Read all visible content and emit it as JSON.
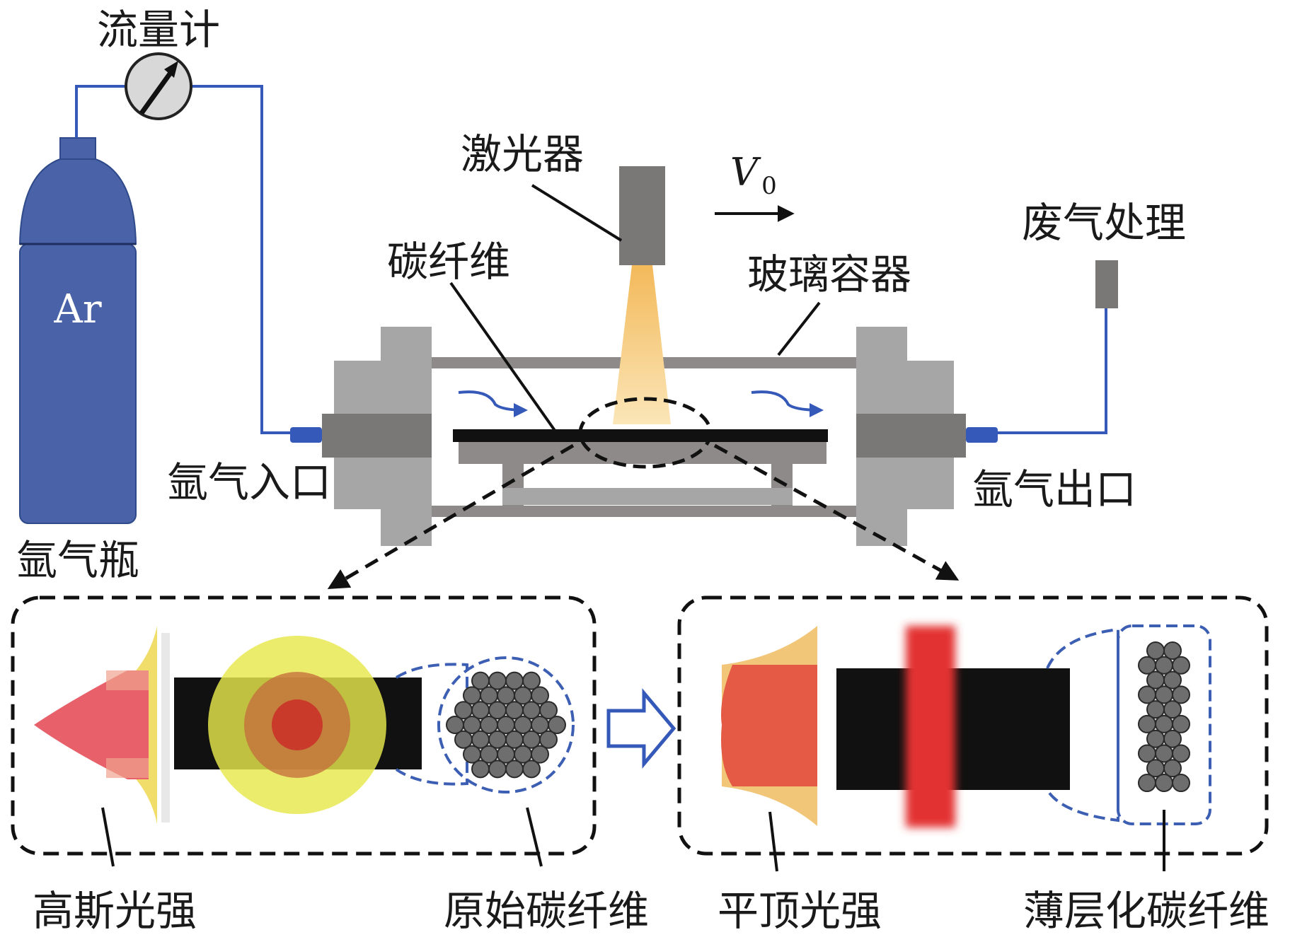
{
  "labels": {
    "flowmeter": "流量计",
    "cylinder_gas": "Ar",
    "cylinder": "氩气瓶",
    "laser": "激光器",
    "velocity": "V",
    "velocity_sub": "0",
    "exhaust": "废气处理",
    "carbon_fiber": "碳纤维",
    "glass_container": "玻璃容器",
    "argon_inlet": "氩气入口",
    "argon_outlet": "氩气出口",
    "gaussian_intensity": "高斯光强",
    "original_fiber": "原始碳纤维",
    "flattop_intensity": "平顶光强",
    "thinned_fiber": "薄层化碳纤维"
  },
  "colors": {
    "cylinder_blue": "#4a63a8",
    "tube_blue": "#3559b8",
    "chamber_gray": "#a6a6a6",
    "dark_gray": "#7a7777",
    "laser_beam": "#f6c46a",
    "gaussian_red": "#e8606a",
    "flattop_red": "#e45a44",
    "focus_yellow": "#e6e84a",
    "dashed_blue": "#3d5fb3"
  }
}
